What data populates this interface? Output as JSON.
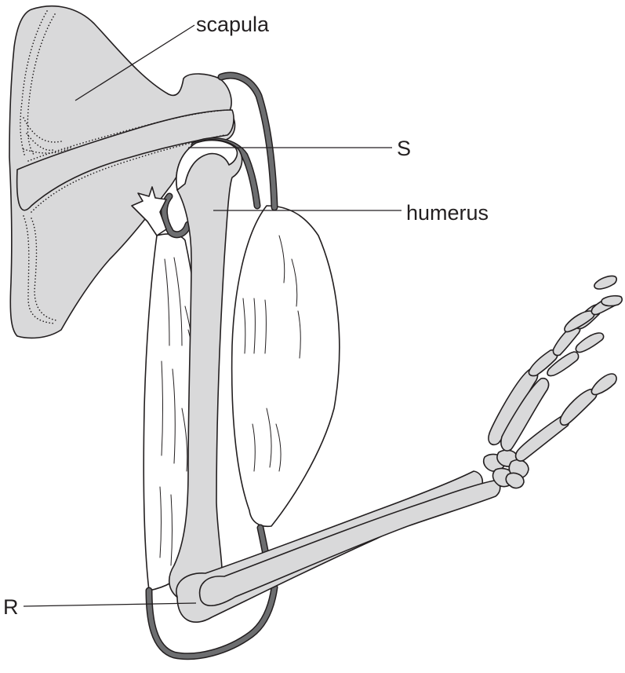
{
  "labels": {
    "scapula": "scapula",
    "s": "S",
    "humerus": "humerus",
    "r": "R"
  },
  "colors": {
    "bone": "#d9d9da",
    "tendon": "#6d6e70",
    "outline": "#231f20",
    "muscle": "#ffffff"
  }
}
